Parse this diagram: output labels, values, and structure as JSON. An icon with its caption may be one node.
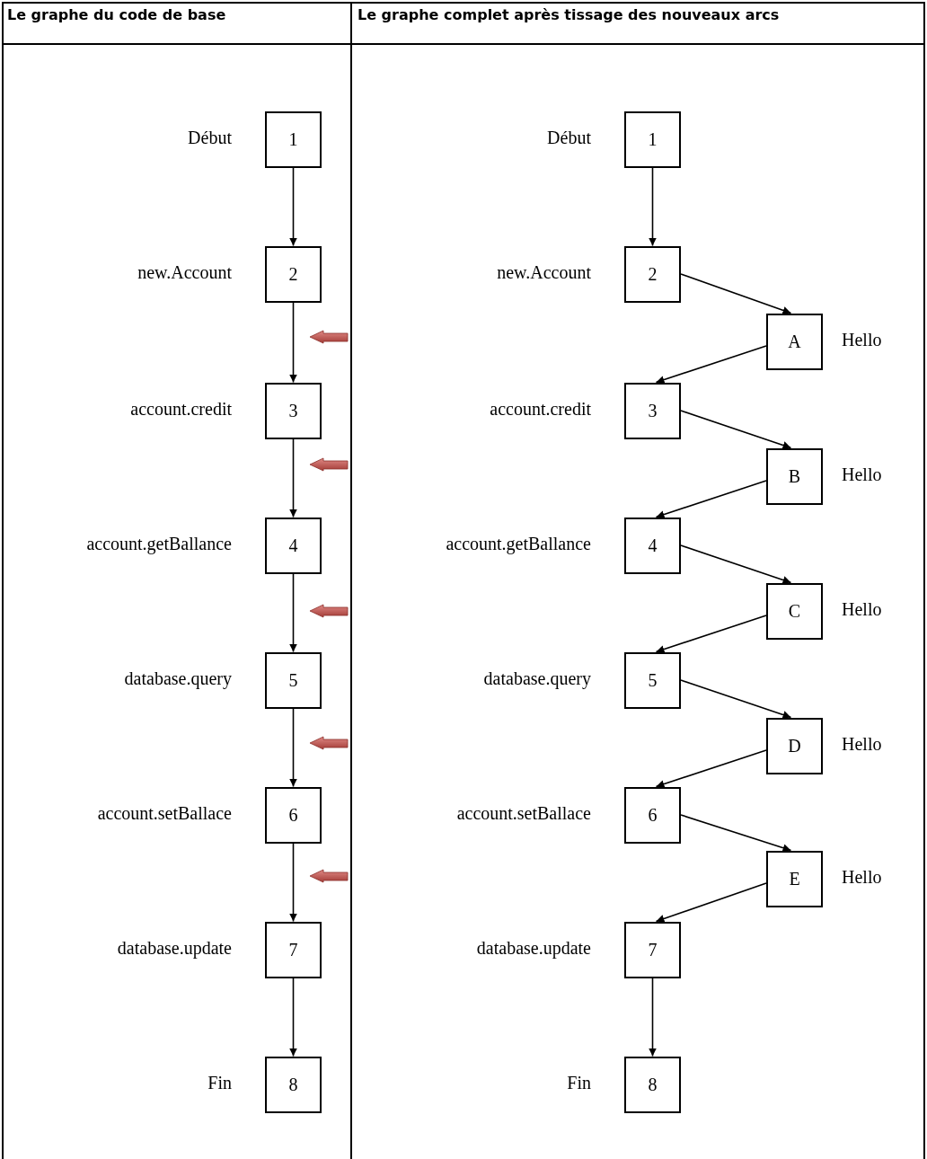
{
  "diagram": {
    "nodes": [
      {
        "text": [
          "1"
        ],
        "beside": [
          "Début"
        ]
      },
      {
        "text": [
          "2"
        ],
        "beside": [
          "new.Account"
        ]
      },
      {
        "text": [
          "3"
        ],
        "beside": [
          "account.credit"
        ]
      },
      {
        "text": [
          "4"
        ],
        "beside": [
          "account.getBallance"
        ]
      },
      {
        "text": [
          "5"
        ],
        "beside": [
          "database.query"
        ]
      },
      {
        "text": [
          "6"
        ],
        "beside": [
          "account.setBallace"
        ]
      },
      {
        "text": [
          "7"
        ],
        "beside": [
          "database.update"
        ]
      },
      {
        "text": [
          "8"
        ],
        "beside": [
          "Fin"
        ]
      },
      {
        "text": [
          "1"
        ],
        "beside": [
          "Début"
        ]
      },
      {
        "text": [
          "2"
        ],
        "beside": [
          "new.Account"
        ]
      },
      {
        "text": [
          "A"
        ],
        "beside": [
          "Hello"
        ]
      },
      {
        "text": [
          "3"
        ],
        "beside": [
          "account.credit"
        ]
      },
      {
        "text": [
          "B"
        ],
        "beside": [
          "Hello"
        ]
      },
      {
        "text": [
          "4"
        ],
        "beside": [
          "account.getBallance"
        ]
      },
      {
        "text": [
          "C"
        ],
        "beside": [
          "Hello"
        ]
      },
      {
        "text": [
          "5"
        ],
        "beside": [
          "database.query"
        ]
      },
      {
        "text": [
          "D"
        ],
        "beside": [
          "Hello"
        ]
      },
      {
        "text": [
          "6"
        ],
        "beside": [
          "account.setBallace"
        ]
      },
      {
        "text": [
          "E"
        ],
        "beside": [
          "Hello"
        ]
      },
      {
        "text": [
          "7"
        ],
        "beside": [
          "database.update"
        ]
      },
      {
        "text": [
          "8"
        ],
        "beside": [
          "Fin"
        ]
      }
    ],
    "edges": [
      {
        "from": 0,
        "to": 1,
        "arrow": "to"
      },
      {
        "from": 1,
        "to": 2,
        "arrow": "to"
      },
      {
        "from": 2,
        "to": 3,
        "arrow": "to"
      },
      {
        "from": 3,
        "to": 4,
        "arrow": "to"
      },
      {
        "from": 4,
        "to": 5,
        "arrow": "to"
      },
      {
        "from": 5,
        "to": 6,
        "arrow": "to"
      },
      {
        "from": 6,
        "to": 7,
        "arrow": "to"
      },
      {
        "from": 8,
        "to": 9,
        "arrow": "to"
      },
      {
        "from": 9,
        "to": 10,
        "arrow": "to"
      },
      {
        "from": 10,
        "to": 11,
        "arrow": "to"
      },
      {
        "from": 11,
        "to": 12,
        "arrow": "to"
      },
      {
        "from": 12,
        "to": 13,
        "arrow": "to"
      },
      {
        "from": 13,
        "to": 14,
        "arrow": "to"
      },
      {
        "from": 14,
        "to": 15,
        "arrow": "to"
      },
      {
        "from": 15,
        "to": 16,
        "arrow": "to"
      },
      {
        "from": 16,
        "to": 17,
        "arrow": "to"
      },
      {
        "from": 17,
        "to": 18,
        "arrow": "to"
      },
      {
        "from": 18,
        "to": 19,
        "arrow": "to"
      },
      {
        "from": 19,
        "to": 20,
        "arrow": "to"
      }
    ],
    "labels": [
      "Le graphe du code de base",
      "Le graphe complet après tissage des nouveaux arcs"
    ]
  }
}
